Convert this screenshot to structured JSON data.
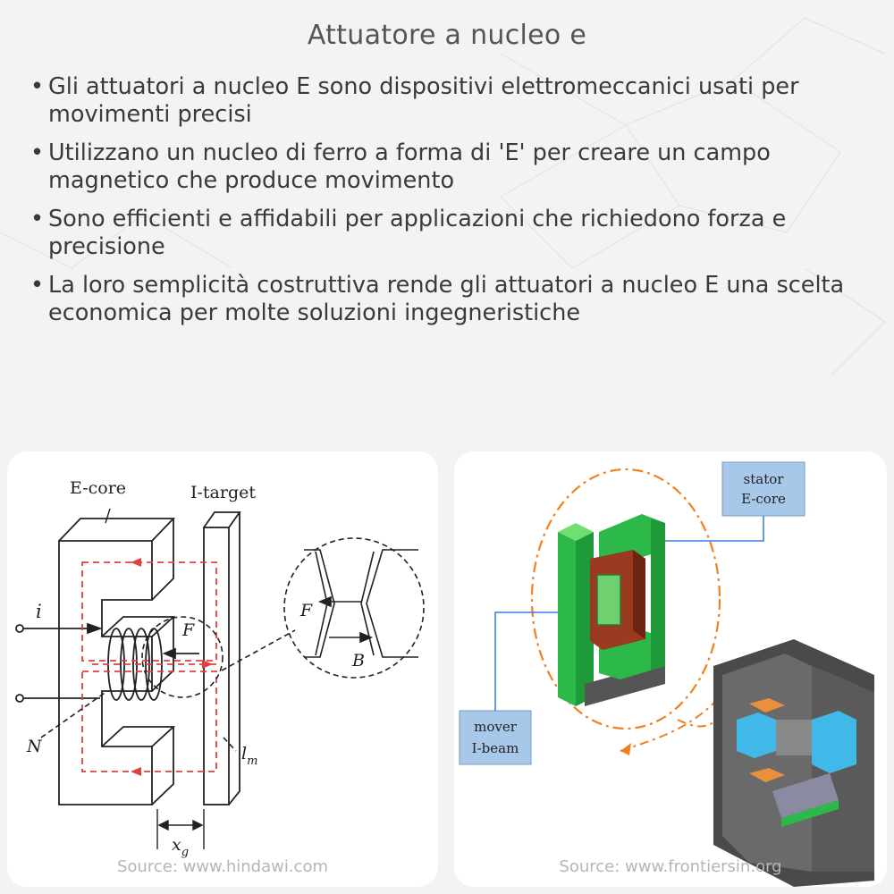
{
  "slide": {
    "title": "Attuatore a nucleo e",
    "bullets": [
      "Gli attuatori a nucleo E sono dispositivi elettromeccanici usati per movimenti precisi",
      "Utilizzano un nucleo di ferro a forma di 'E' per creare un campo magnetico che produce movimento",
      "Sono efficienti e affidabili per applicazioni che richiedono forza e precisione",
      "La loro semplicità costruttiva rende gli attuatori a nucleo E una scelta economica per molte soluzioni ingegneristiche"
    ]
  },
  "figure_left": {
    "labels": {
      "ecore": "E-core",
      "itarget": "I-target",
      "current": "i",
      "force": "F",
      "turns": "N",
      "length": "l",
      "length_sub": "m",
      "gap": "x",
      "gap_sub": "g",
      "zoom_force": "F",
      "zoom_field": "B"
    },
    "source": "Source: www.hindawi.com"
  },
  "figure_right": {
    "labels": {
      "stator_line1": "stator",
      "stator_line2": "E-core",
      "mover_line1": "mover",
      "mover_line2": "I-beam"
    },
    "source": "Source: www.frontiersin.org"
  },
  "colors": {
    "background": "#f3f3f3",
    "text": "#3a3a3a",
    "red_dashed_flux": "#e04040",
    "orange_callout": "#f08020",
    "green_part": "#2db84a",
    "brown_coil": "#9a3a20",
    "blue_label": "#a8c8ea",
    "cyan_magnet": "#40b8e8"
  }
}
